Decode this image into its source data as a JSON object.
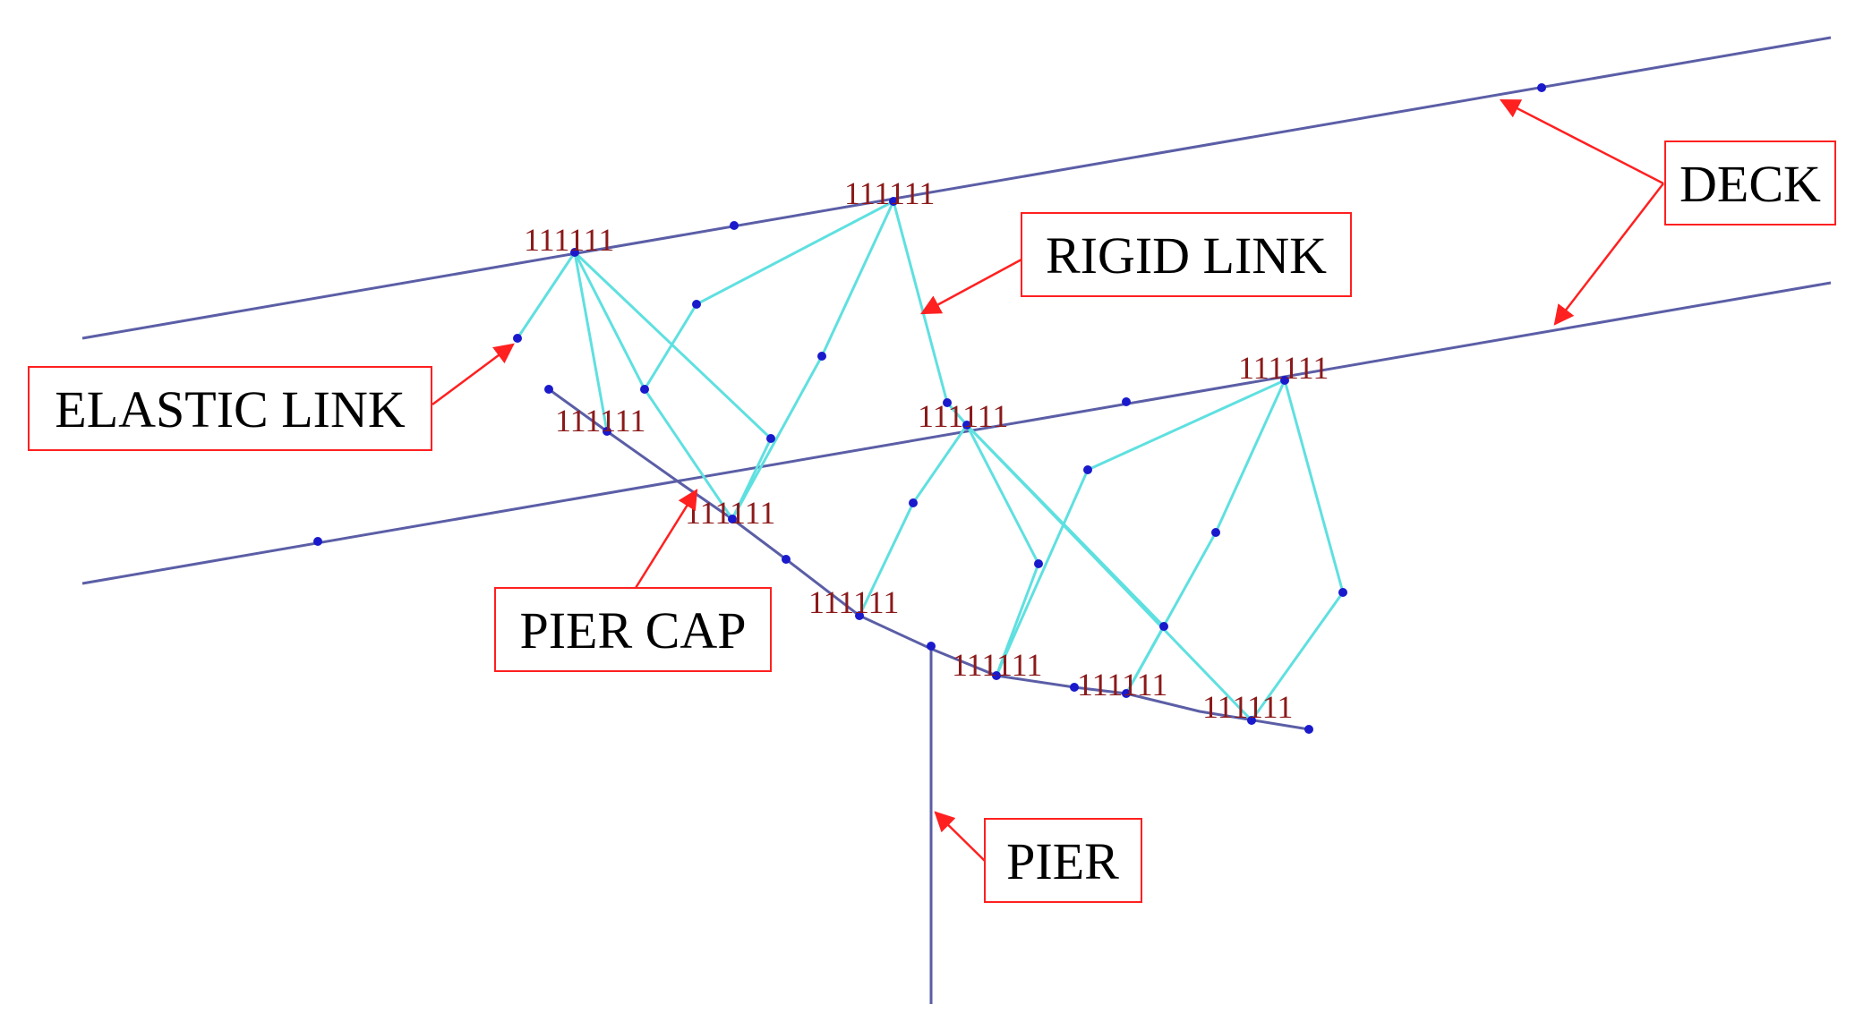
{
  "diagram": {
    "labels": {
      "deck": "DECK",
      "rigid_link": "RIGID LINK",
      "elastic_link": "ELASTIC LINK",
      "pier_cap": "PIER CAP",
      "pier": "PIER"
    },
    "node_tag": "111111",
    "colors": {
      "deck": "#5b5ea6",
      "rigid_link": "#5fe0e0",
      "node": "#1a1acc",
      "annotation": "#ff2020",
      "node_tag": "#8b1a1a"
    }
  }
}
